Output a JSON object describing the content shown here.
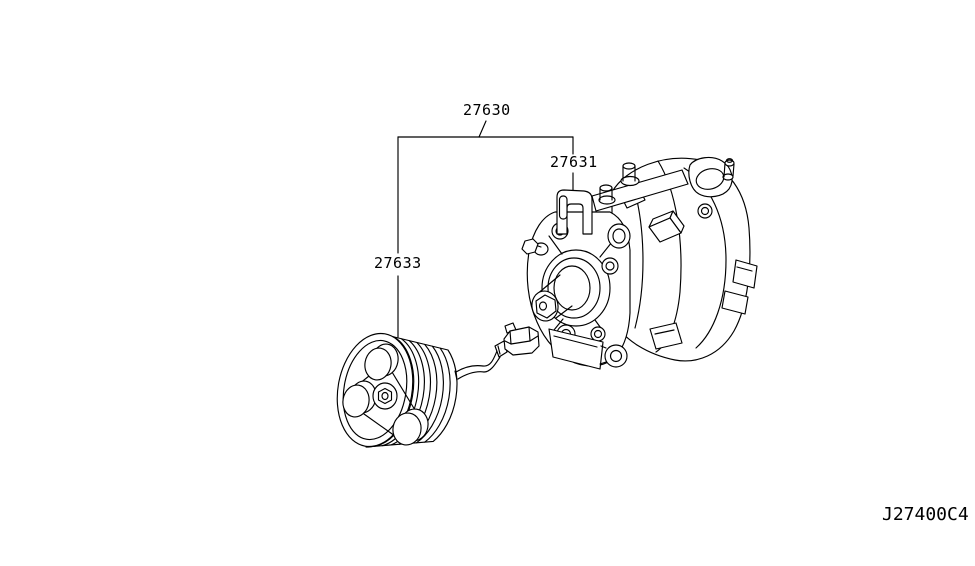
{
  "page": {
    "background": "#ffffff",
    "line_color": "#000000"
  },
  "diagram": {
    "part_labels": {
      "assembly": "27630",
      "compressor": "27631",
      "clutch_pulley": "27633"
    },
    "figure_code": "J27400C4"
  }
}
